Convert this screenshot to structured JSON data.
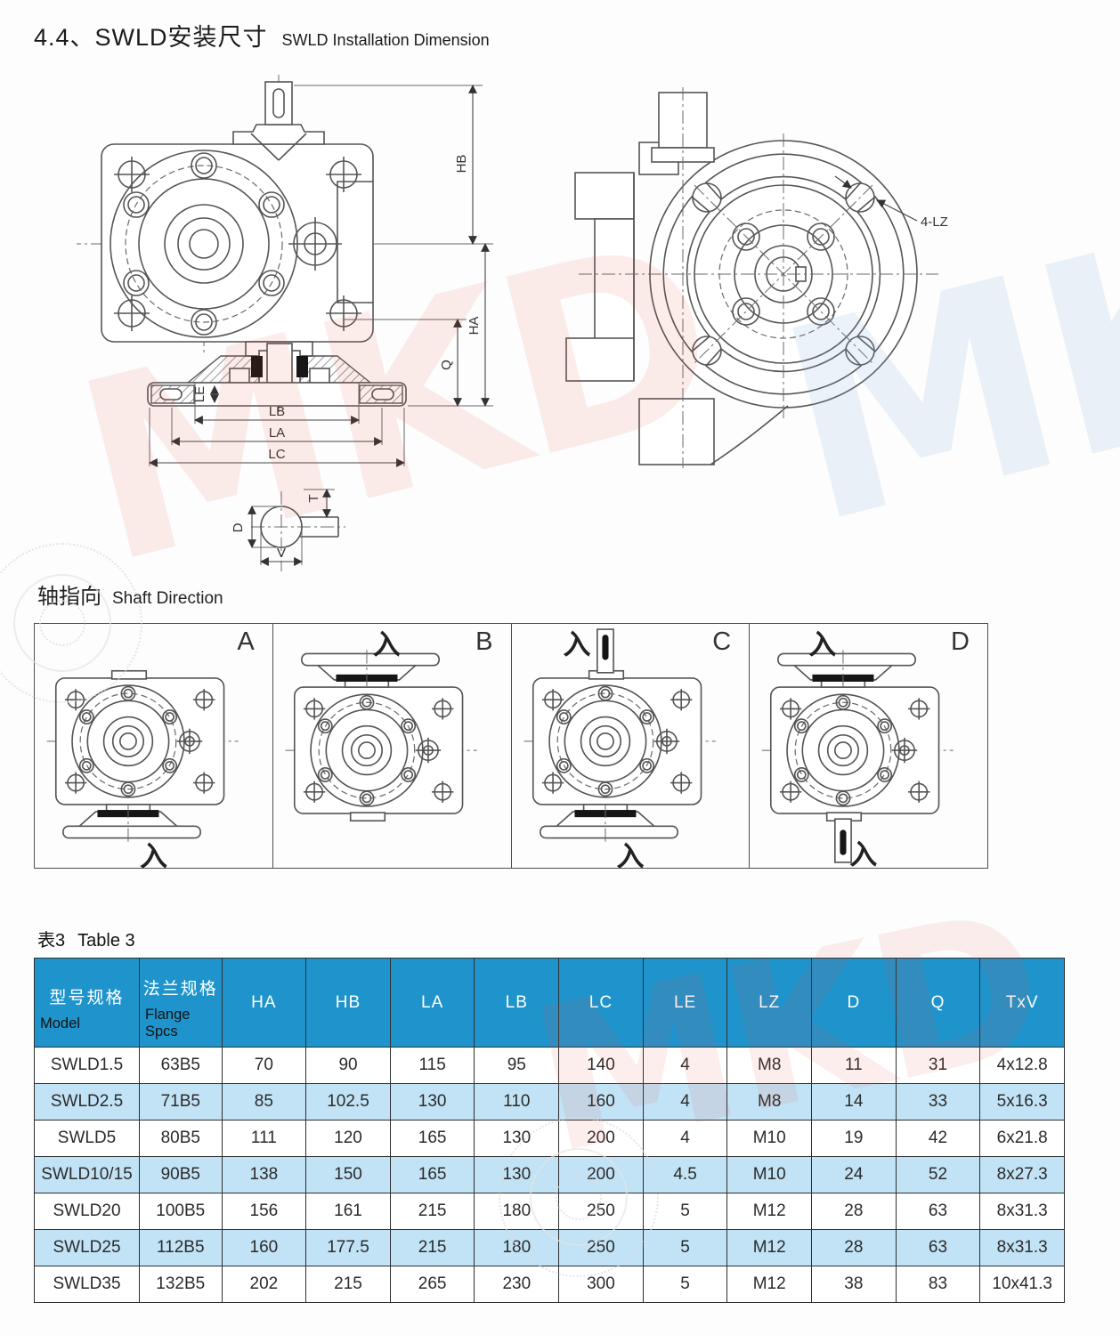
{
  "title": {
    "zh": "4.4、SWLD安装尺寸",
    "en": "SWLD Installation Dimension"
  },
  "front_view": {
    "dims": {
      "hb": "HB",
      "ha": "HA",
      "q": "Q",
      "le": "LE",
      "lb": "LB",
      "la": "LA",
      "lc": "LC",
      "t": "T",
      "d": "D",
      "v": "V"
    }
  },
  "side_view": {
    "callout": "4-LZ"
  },
  "shaft_direction": {
    "label_zh": "轴指向",
    "label_en": "Shaft Direction",
    "arrow": "入",
    "panels": [
      {
        "label": "A",
        "arrows": [
          "bottom"
        ]
      },
      {
        "label": "B",
        "arrows": [
          "top"
        ]
      },
      {
        "label": "C",
        "arrows": [
          "top",
          "bottom"
        ]
      },
      {
        "label": "D",
        "arrows": [
          "top",
          "bottom"
        ]
      }
    ]
  },
  "table": {
    "caption_zh": "表3",
    "caption_en": "Table 3",
    "headers": [
      {
        "zh": "型号规格",
        "en": "Model"
      },
      {
        "zh": "法兰规格",
        "en": "Flange Spcs"
      },
      {
        "label": "HA"
      },
      {
        "label": "HB"
      },
      {
        "label": "LA"
      },
      {
        "label": "LB"
      },
      {
        "label": "LC"
      },
      {
        "label": "LE"
      },
      {
        "label": "LZ"
      },
      {
        "label": "D"
      },
      {
        "label": "Q"
      },
      {
        "label": "TxV"
      }
    ],
    "rows": [
      [
        "SWLD1.5",
        "63B5",
        "70",
        "90",
        "115",
        "95",
        "140",
        "4",
        "M8",
        "11",
        "31",
        "4x12.8"
      ],
      [
        "SWLD2.5",
        "71B5",
        "85",
        "102.5",
        "130",
        "110",
        "160",
        "4",
        "M8",
        "14",
        "33",
        "5x16.3"
      ],
      [
        "SWLD5",
        "80B5",
        "111",
        "120",
        "165",
        "130",
        "200",
        "4",
        "M10",
        "19",
        "42",
        "6x21.8"
      ],
      [
        "SWLD10/15",
        "90B5",
        "138",
        "150",
        "165",
        "130",
        "200",
        "4.5",
        "M10",
        "24",
        "52",
        "8x27.3"
      ],
      [
        "SWLD20",
        "100B5",
        "156",
        "161",
        "215",
        "180",
        "250",
        "5",
        "M12",
        "28",
        "63",
        "8x31.3"
      ],
      [
        "SWLD25",
        "112B5",
        "160",
        "177.5",
        "215",
        "180",
        "250",
        "5",
        "M12",
        "28",
        "63",
        "8x31.3"
      ],
      [
        "SWLD35",
        "132B5",
        "202",
        "215",
        "265",
        "230",
        "300",
        "5",
        "M12",
        "38",
        "83",
        "10x41.3"
      ]
    ]
  },
  "watermark": {
    "text": "MKD"
  },
  "colors": {
    "header_bg": "#1F94CC",
    "row_alt_bg": "#C2E3F6",
    "header_text": "#FFFFFF",
    "border": "#2E2E2E",
    "line": "#555555",
    "watermark_red": "rgba(225,80,60,0.10)",
    "watermark_blue": "rgba(130,175,215,0.16)"
  }
}
